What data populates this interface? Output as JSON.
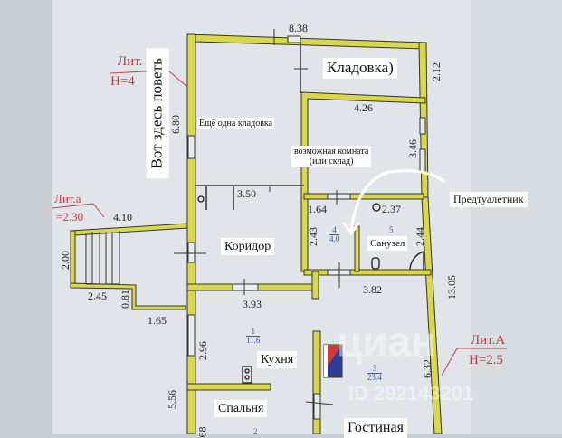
{
  "rooms": {
    "storage": "Кладовка)",
    "another_storage": "Ещё одна кладовка",
    "possible_room_line1": "возможная комната",
    "possible_room_line2": "(или склад)",
    "pre_toilet": "Предтуалетник",
    "corridor": "Коридор",
    "bathroom": "Санузел",
    "kitchen": "Кухня",
    "bedroom": "Спальня",
    "living_room": "Гостиная",
    "attic_note": "Вот здесь поветь"
  },
  "dimensions": [
    "8.38",
    "2.12",
    "4.26",
    "6.80",
    "3.46",
    "3.50",
    "1.64",
    "2.37",
    "2.43",
    "2.44",
    "4.10",
    "2.00",
    "2.45",
    "0.81",
    "1.65",
    "3.93",
    "3.82",
    "13.05",
    "2.96",
    "5.56",
    "6.32",
    "68"
  ],
  "areas": [
    {
      "num": "4",
      "value": "4.0"
    },
    {
      "num": "5",
      "value": ""
    },
    {
      "num": "1",
      "value": "11.6"
    },
    {
      "num": "3",
      "value": "23.4"
    },
    {
      "num": "2",
      "value": ""
    }
  ],
  "liters": {
    "lit_main_top": "Лит.",
    "h_main_top": "Н=4",
    "lit_a": "Лит.а",
    "h_a": "=2.30",
    "lit_main_right": "Лит.А",
    "h_main_right": "Н=2.5"
  },
  "watermark": {
    "brand": "циан",
    "id": "ID 292143201"
  },
  "colors": {
    "wall": "#d8d84a",
    "annotation": "#c2404c",
    "area": "#3a5aa8"
  }
}
